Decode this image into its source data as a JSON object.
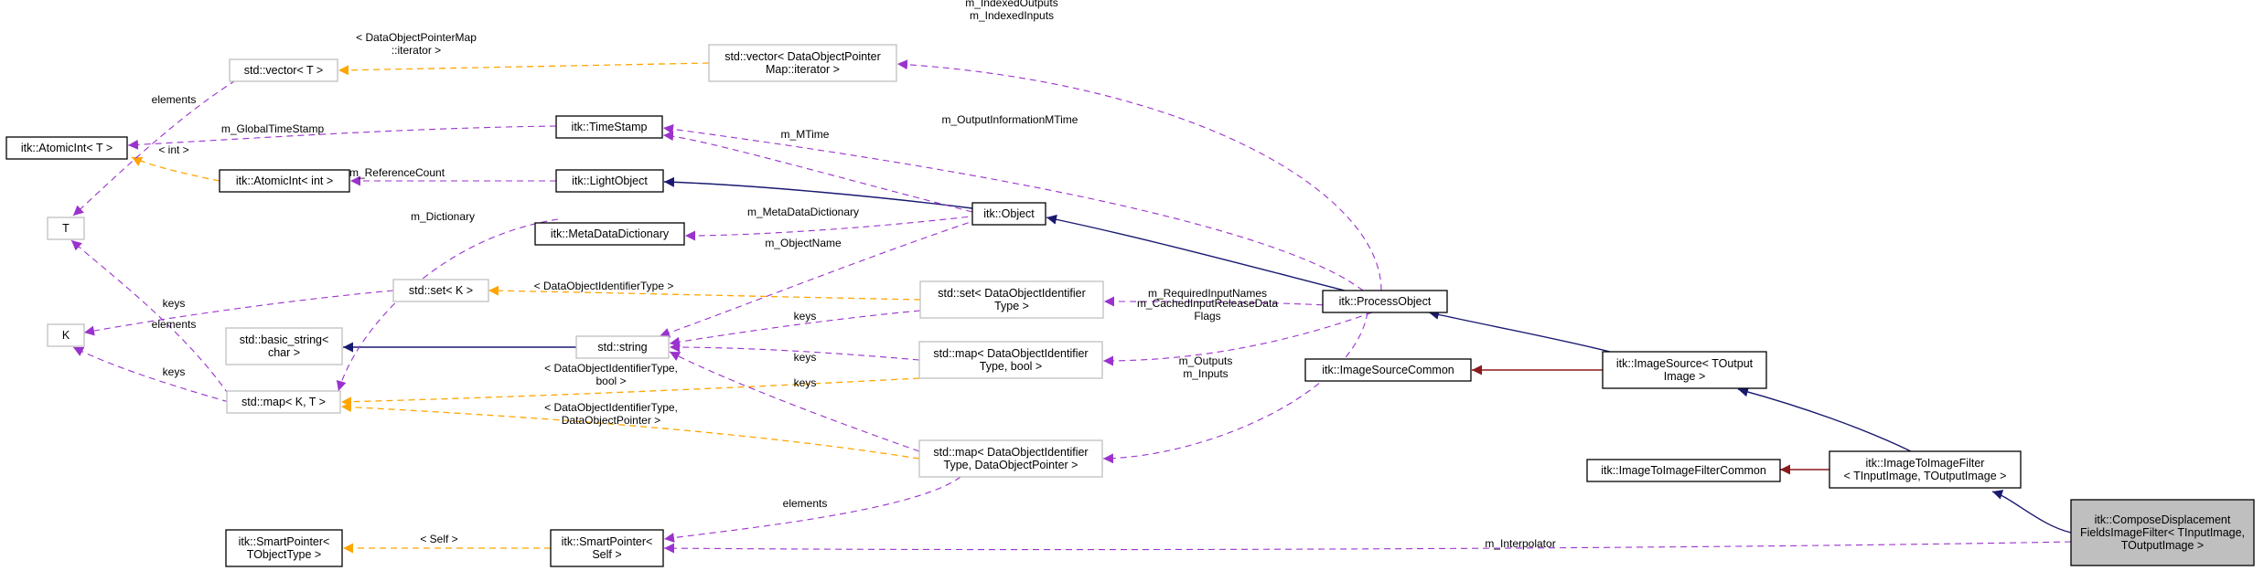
{
  "nodes": {
    "compose_filter": [
      "itk::ComposeDisplacement",
      "FieldsImageFilter< TInputImage,",
      "TOutputImage >"
    ],
    "image_to_image_filter": [
      "itk::ImageToImageFilter",
      "< TInputImage, TOutputImage >"
    ],
    "image_to_image_filter_common": [
      "itk::ImageToImageFilterCommon"
    ],
    "image_source": [
      "itk::ImageSource< TOutput",
      "Image >"
    ],
    "image_source_common": [
      "itk::ImageSourceCommon"
    ],
    "process_object": [
      "itk::ProcessObject"
    ],
    "object": [
      "itk::Object"
    ],
    "light_object": [
      "itk::LightObject"
    ],
    "time_stamp": [
      "itk::TimeStamp"
    ],
    "meta_data_dictionary": [
      "itk::MetaDataDictionary"
    ],
    "atomic_int_int": [
      "itk::AtomicInt< int >"
    ],
    "atomic_int_t": [
      "itk::AtomicInt< T >"
    ],
    "vector_t": [
      "std::vector< T >"
    ],
    "vector_dop_map": [
      "std::vector< DataObjectPointer",
      "Map::iterator >"
    ],
    "t_param": [
      "T"
    ],
    "k_param": [
      "K"
    ],
    "set_k": [
      "std::set< K >"
    ],
    "basic_string": [
      "std::basic_string<",
      "char >"
    ],
    "std_string": [
      "std::string"
    ],
    "map_k_t": [
      "std::map< K, T >"
    ],
    "set_doit": [
      "std::set< DataObjectIdentifier",
      "Type >"
    ],
    "map_doit_bool": [
      "std::map< DataObjectIdentifier",
      "Type, bool >"
    ],
    "map_doit_dop": [
      "std::map< DataObjectIdentifier",
      "Type, DataObjectPointer >"
    ],
    "smart_pointer_tobject": [
      "itk::SmartPointer<",
      "TObjectType >"
    ],
    "smart_pointer_self": [
      "itk::SmartPointer<",
      "Self >"
    ]
  },
  "edge_labels": {
    "indexed_outputs": [
      "m_IndexedOutputs",
      "m_IndexedInputs"
    ],
    "dop_map_iterator": [
      "< DataObjectPointerMap",
      "::iterator >"
    ],
    "elements_vector": [
      "elements"
    ],
    "global_time_stamp": [
      "m_GlobalTimeStamp"
    ],
    "int_template": [
      "< int >"
    ],
    "output_information_mtime": [
      "m_OutputInformationMTime"
    ],
    "mtime": [
      "m_MTime"
    ],
    "reference_count": [
      "m_ReferenceCount"
    ],
    "dictionary": [
      "m_Dictionary"
    ],
    "meta_data_dictionary": [
      "m_MetaDataDictionary"
    ],
    "object_name": [
      "m_ObjectName"
    ],
    "doit_set_template": [
      "< DataObjectIdentifierType >"
    ],
    "keys_t": [
      "keys"
    ],
    "elements_t": [
      "elements"
    ],
    "required_input_names": [
      "m_RequiredInputNames"
    ],
    "keys_set": [
      "keys"
    ],
    "cached_input_release": [
      "m_CachedInputReleaseData",
      "Flags"
    ],
    "keys_map_bool": [
      "keys"
    ],
    "keys_k": [
      "keys"
    ],
    "doit_bool_template": [
      "< DataObjectIdentifierType,",
      "bool >"
    ],
    "keys_map_dop": [
      "keys"
    ],
    "outputs_inputs": [
      "m_Outputs",
      "m_Inputs"
    ],
    "doit_dop_template": [
      "< DataObjectIdentifierType,",
      "DataObjectPointer >"
    ],
    "elements_sp": [
      "elements"
    ],
    "self_template": [
      "< Self >"
    ],
    "interpolator": [
      "m_Interpolator"
    ]
  },
  "colors": {
    "inheritance": "#191970",
    "private_inheritance": "#8b1a1a",
    "usage": "#9a32cd",
    "template_instance": "#ffa500",
    "solid_border": "#000000",
    "template_border": "#bfbfbf",
    "highlight_fill": "#bfbfbf"
  }
}
